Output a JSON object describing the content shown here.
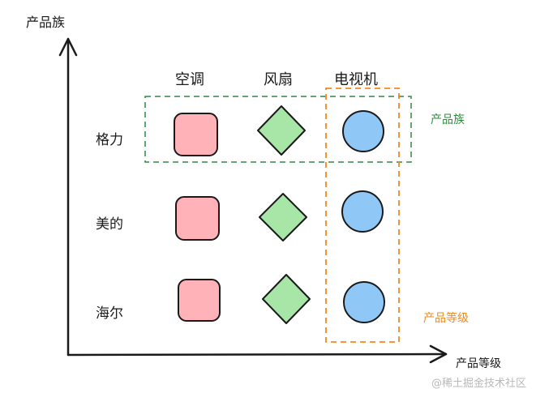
{
  "axes": {
    "y_label": "产品族",
    "x_label": "产品等级"
  },
  "columns": [
    "空调",
    "风扇",
    "电视机"
  ],
  "rows": [
    "格力",
    "美的",
    "海尔"
  ],
  "annotations": {
    "family": {
      "text": "产品族",
      "color": "#2e8b3e"
    },
    "grade": {
      "text": "产品等级",
      "color": "#ee8a22"
    }
  },
  "shape_colors": {
    "square_fill": "#ffb3b8",
    "diamond_fill": "#a8e6a8",
    "circle_fill": "#8fc8f7",
    "stroke": "#1a1a1a"
  },
  "watermark": "@稀土掘金技术社区"
}
